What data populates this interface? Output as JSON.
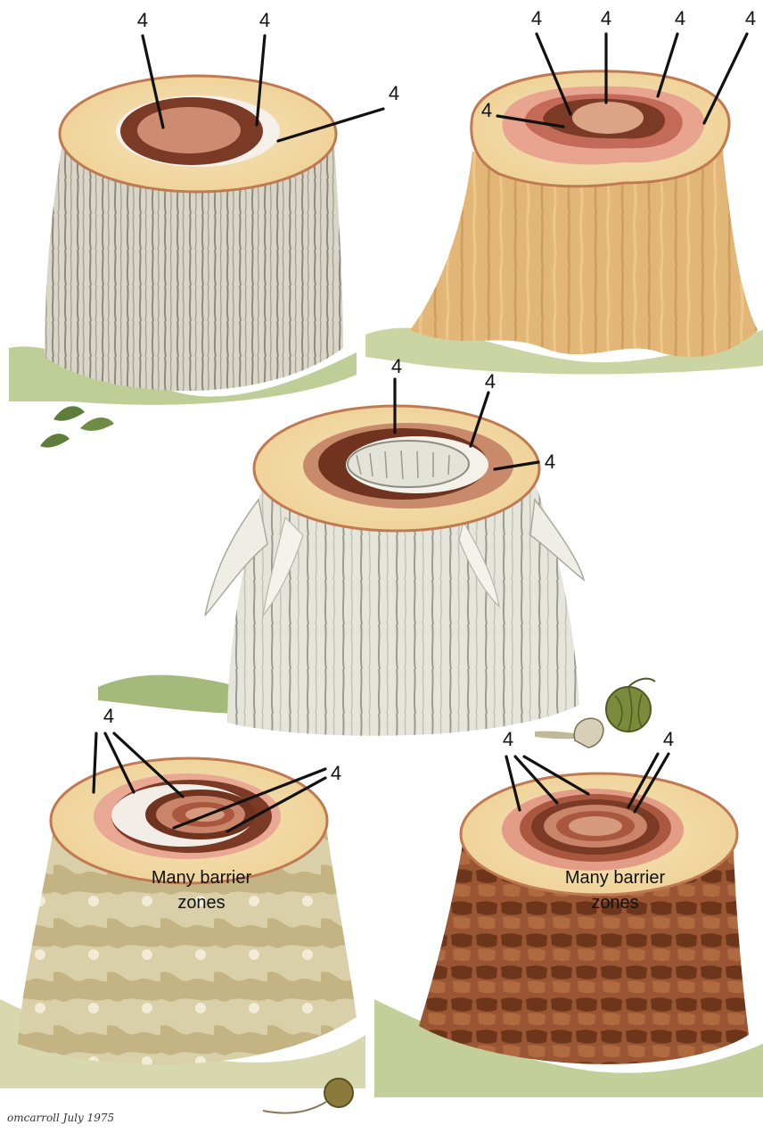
{
  "figure": {
    "stump1": {
      "labels": [
        "4",
        "4",
        "4"
      ]
    },
    "stump2": {
      "labels": [
        "4",
        "4",
        "4",
        "4",
        "4"
      ]
    },
    "stump3": {
      "labels": [
        "4",
        "4",
        "4"
      ]
    },
    "stump4": {
      "labels": [
        "4",
        "4"
      ],
      "caption_line1": "Many barrier",
      "caption_line2": "zones"
    },
    "stump5": {
      "labels": [
        "4",
        "4"
      ],
      "caption_line1": "Many barrier",
      "caption_line2": "zones"
    },
    "signature": "omcarroll July 1975"
  },
  "colors": {
    "sapwood": "#f3dfb0",
    "heartwood": "#c9846a",
    "dark_zone": "#7a3624",
    "pale_bark": "#d8d4c6",
    "tan_bark": "#ddb070",
    "brown_bark": "#8a4a2c",
    "grass": "#8fa85a"
  }
}
